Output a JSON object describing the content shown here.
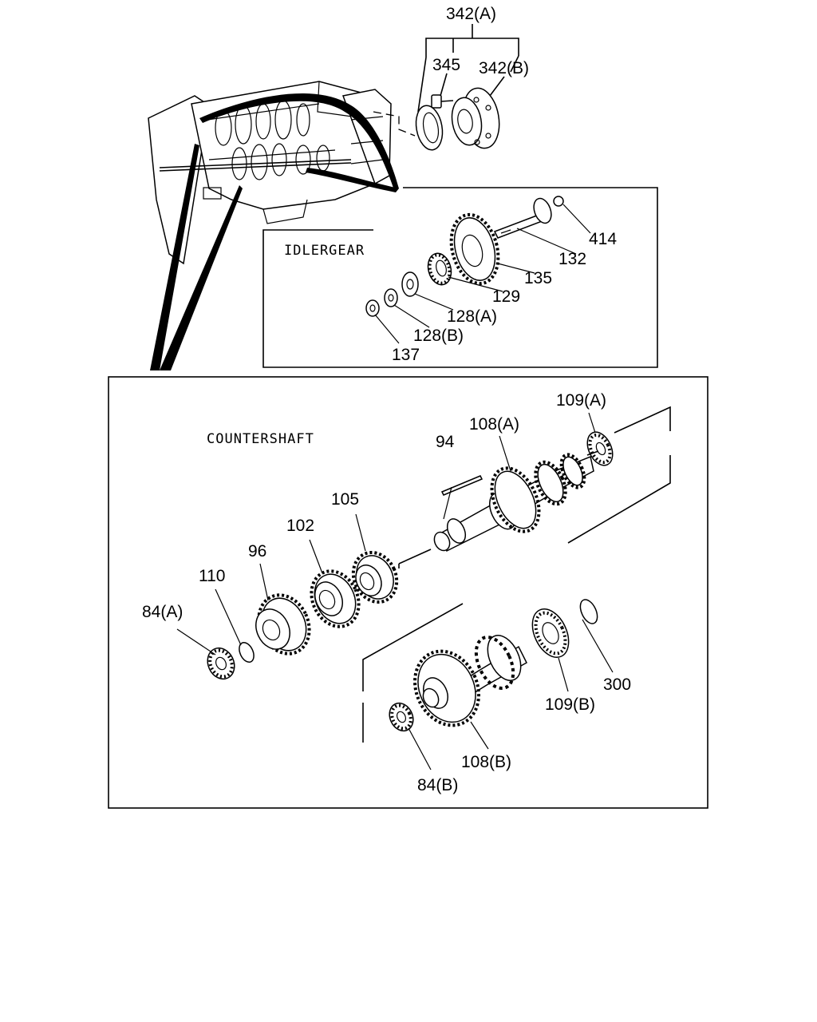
{
  "sections": {
    "idler_gear": "IDLERGEAR",
    "countershaft": "COUNTERSHAFT"
  },
  "callouts": {
    "c342a": "342(A)",
    "c345": "345",
    "c342b": "342(B)",
    "c414": "414",
    "c132": "132",
    "c135": "135",
    "c129": "129",
    "c128a": "128(A)",
    "c128b": "128(B)",
    "c137": "137",
    "c109a": "109(A)",
    "c108a": "108(A)",
    "c94": "94",
    "c105": "105",
    "c102": "102",
    "c96": "96",
    "c110": "110",
    "c84a": "84(A)",
    "c300": "300",
    "c109b": "109(B)",
    "c108b": "108(B)",
    "c84b": "84(B)"
  }
}
